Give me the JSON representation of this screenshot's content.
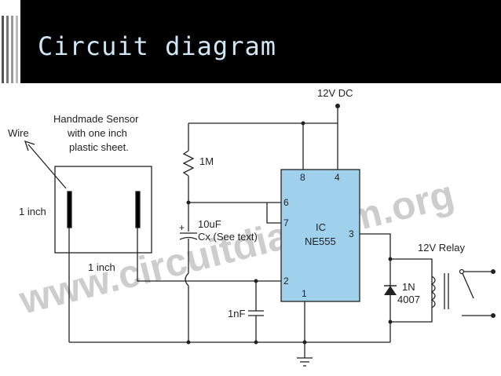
{
  "header": {
    "title": "Circuit diagram"
  },
  "colors": {
    "title_bar": "#000000",
    "title_text": "#cfe6f5",
    "ic_fill": "#9fd0ec",
    "wire": "#222222",
    "watermark": "#bdbdbd"
  },
  "diagram": {
    "supply_label": "12V DC",
    "sensor": {
      "title_lines": [
        "Handmade Sensor",
        "with one inch",
        "plastic sheet."
      ],
      "wire_label": "Wire",
      "height_label": "1 inch",
      "width_label": "1 inch"
    },
    "resistor_label": "1M",
    "capacitor_label_1": "10uF",
    "capacitor_label_2": "Cx (See text)",
    "capacitor_small_label": "1nF",
    "ic": {
      "label": "IC",
      "part": "NE555",
      "pins": [
        "8",
        "4",
        "6",
        "7",
        "3",
        "2",
        "1"
      ]
    },
    "diode": {
      "label_1": "1N",
      "label_2": "4007"
    },
    "relay_label": "12V Relay",
    "watermark": "www.circuitdiagram.org"
  }
}
